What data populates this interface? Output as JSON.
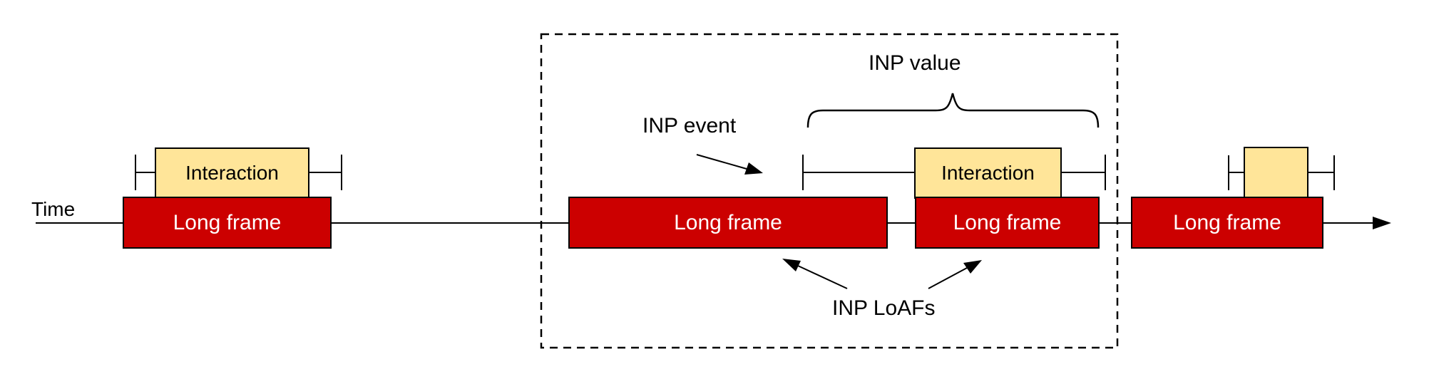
{
  "diagram": {
    "timeline_label": "Time",
    "inp_event_label": "INP event",
    "inp_value_label": "INP value",
    "inp_loafs_label": "INP LoAFs"
  },
  "frames": [
    {
      "label": "Long frame"
    },
    {
      "label": "Long frame"
    },
    {
      "label": "Long frame"
    },
    {
      "label": "Long frame"
    }
  ],
  "interactions": [
    {
      "label": "Interaction"
    },
    {
      "label": "Interaction"
    },
    {
      "label": ""
    }
  ],
  "colors": {
    "background": "#ffffff",
    "long_frame_fill": "#cc0000",
    "long_frame_text": "#ffffff",
    "interaction_fill": "#ffe599",
    "stroke": "#000000",
    "label_text": "#000000"
  }
}
